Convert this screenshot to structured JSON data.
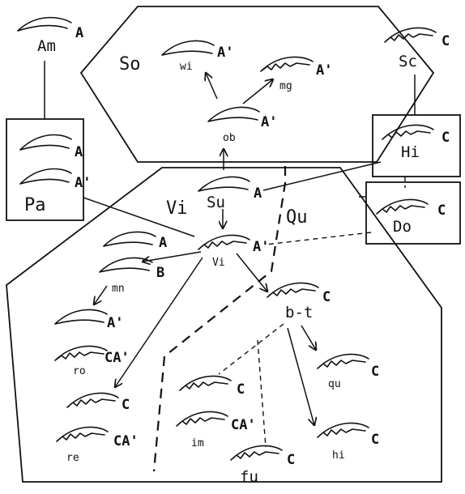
{
  "regions": {
    "so": "So",
    "vi": "Vi",
    "qu": "Qu",
    "pa": "Pa",
    "hi": "Hi",
    "do": "Do",
    "sc": "Sc",
    "am": "Am"
  },
  "nodes": {
    "am_A": "A",
    "pa_A": "A",
    "pa_A2": "A'",
    "wi_code": "wi",
    "wi_type": "A'",
    "mg_code": "mg",
    "mg_type": "A'",
    "ob_code": "ob",
    "ob_type": "A'",
    "su_code": "Su",
    "su_type": "A",
    "sc_type": "C",
    "hi_type": "C",
    "do_type": "C",
    "vi_code": "Vi",
    "vi_type": "A'",
    "B_type": "B",
    "A_type": "A",
    "mn_code": "mn",
    "mn_type": "A'",
    "ro_code": "ro",
    "ro_type": "CA'",
    "re_C": "C",
    "re_code": "re",
    "re_type": "CA'",
    "bt_code": "b-t",
    "bt_type": "C",
    "qu_code": "qu",
    "qu_type": "C",
    "hi2_code": "hi",
    "hi2_type": "C",
    "im_C": "C",
    "im_code": "im",
    "im_type": "CA'",
    "fu_code": "fu",
    "fu_type": "C"
  }
}
